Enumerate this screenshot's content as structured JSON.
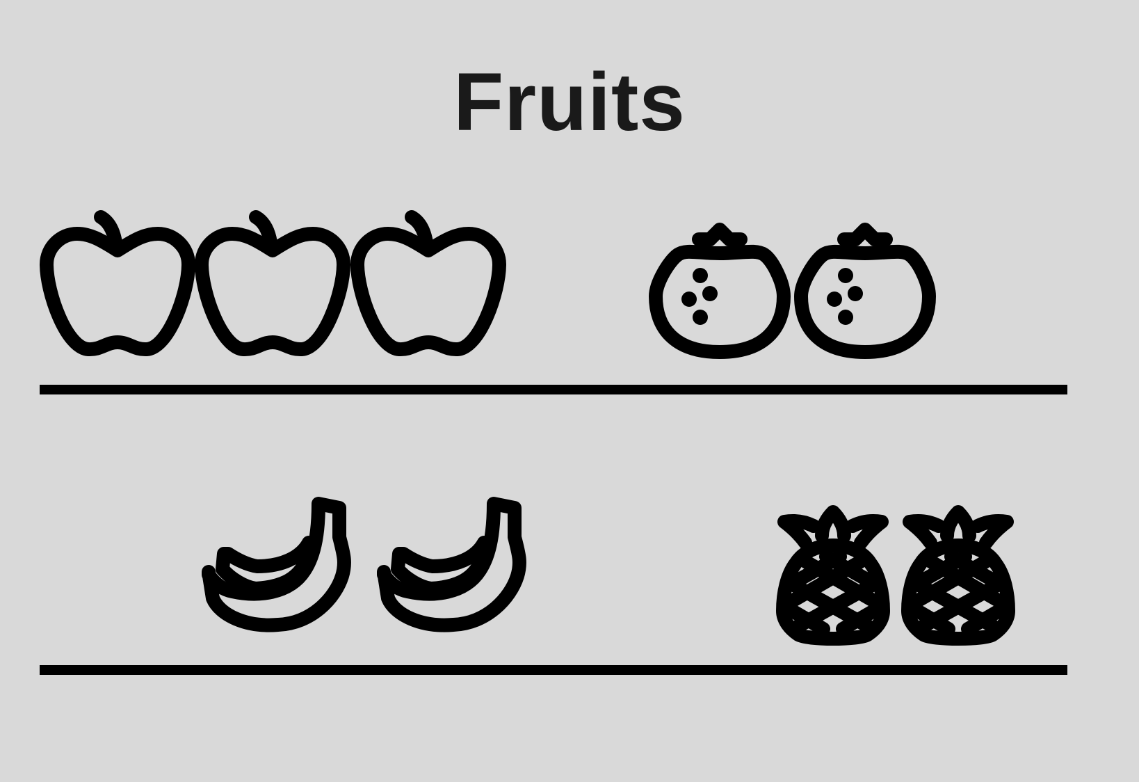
{
  "title": "Fruits",
  "rows": [
    {
      "groups": [
        {
          "fruit": "apple",
          "icon": "apple-icon",
          "count": 3
        },
        {
          "fruit": "strawberry",
          "icon": "strawberry-icon",
          "count": 2
        }
      ]
    },
    {
      "groups": [
        {
          "fruit": "banana",
          "icon": "banana-icon",
          "count": 2
        },
        {
          "fruit": "pineapple",
          "icon": "pineapple-icon",
          "count": 2
        }
      ]
    }
  ],
  "colors": {
    "background": "#d9d9d9",
    "ink": "#000000",
    "title": "#1a1a1a"
  }
}
